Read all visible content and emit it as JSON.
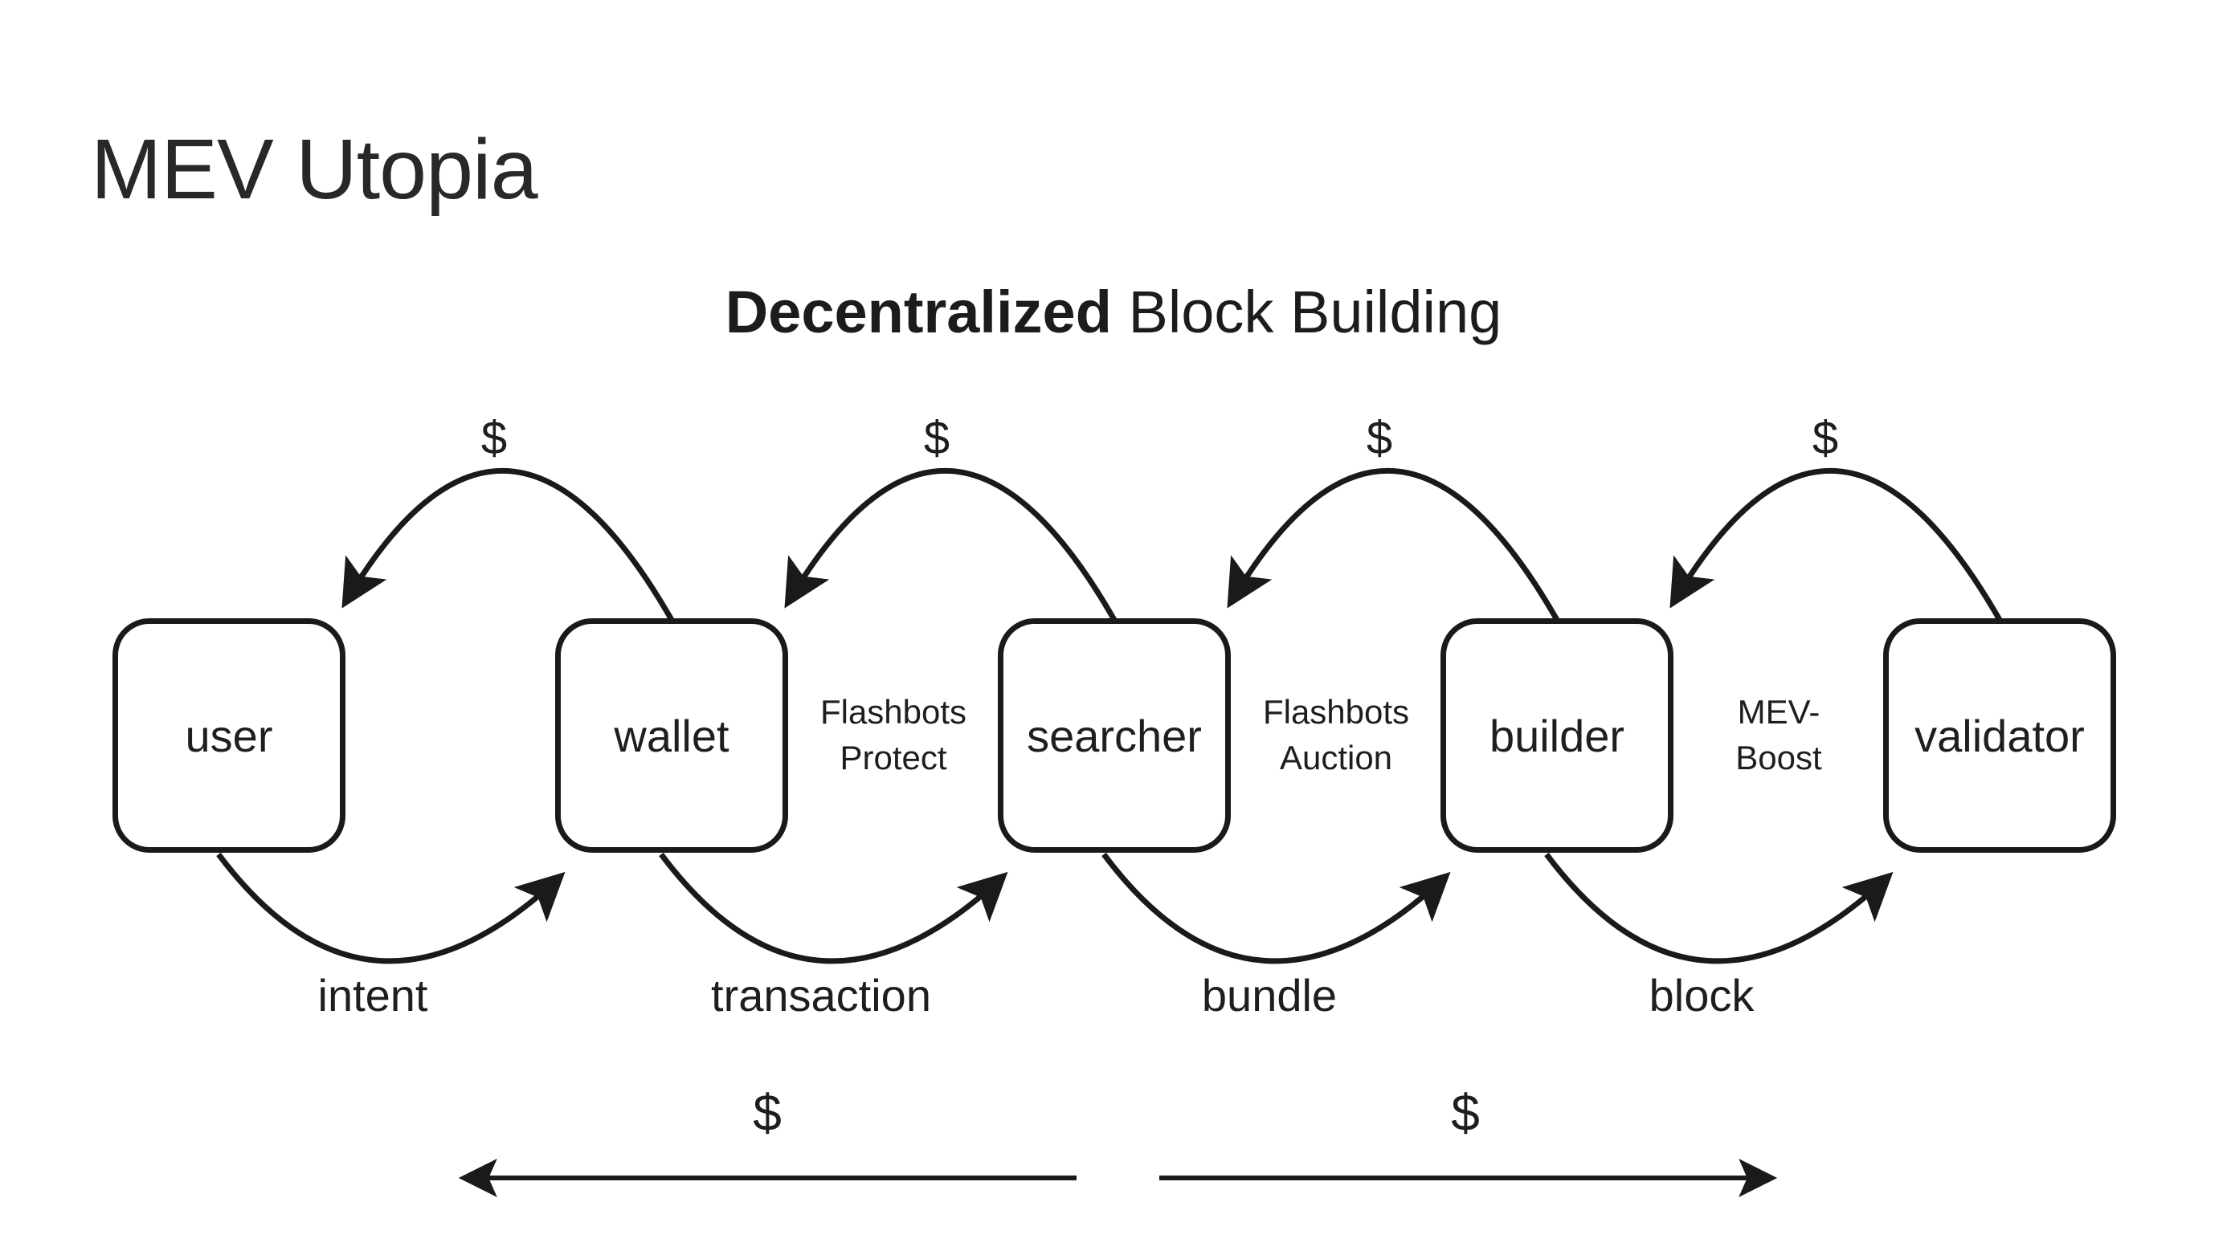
{
  "title": "MEV Utopia",
  "subtitle": {
    "emphasis": "Decentralized",
    "rest": " Block Building"
  },
  "nodes": [
    {
      "id": "user",
      "label": "user"
    },
    {
      "id": "wallet",
      "label": "wallet"
    },
    {
      "id": "searcher",
      "label": "searcher"
    },
    {
      "id": "builder",
      "label": "builder"
    },
    {
      "id": "validator",
      "label": "validator"
    }
  ],
  "connectors": [
    {
      "line1": "Flashbots",
      "line2": "Protect"
    },
    {
      "line1": "Flashbots",
      "line2": "Auction"
    },
    {
      "line1": "MEV-",
      "line2": "Boost"
    }
  ],
  "top_payment_labels": [
    "$",
    "$",
    "$",
    "$"
  ],
  "bottom_flow_labels": [
    "intent",
    "transaction",
    "bundle",
    "block"
  ],
  "bottom_payment_arrows": [
    {
      "label": "$",
      "direction": "left"
    },
    {
      "label": "$",
      "direction": "right"
    }
  ],
  "colors": {
    "ink": "#1e1e1e",
    "stroke": "#1a1a1a",
    "background": "#ffffff"
  }
}
